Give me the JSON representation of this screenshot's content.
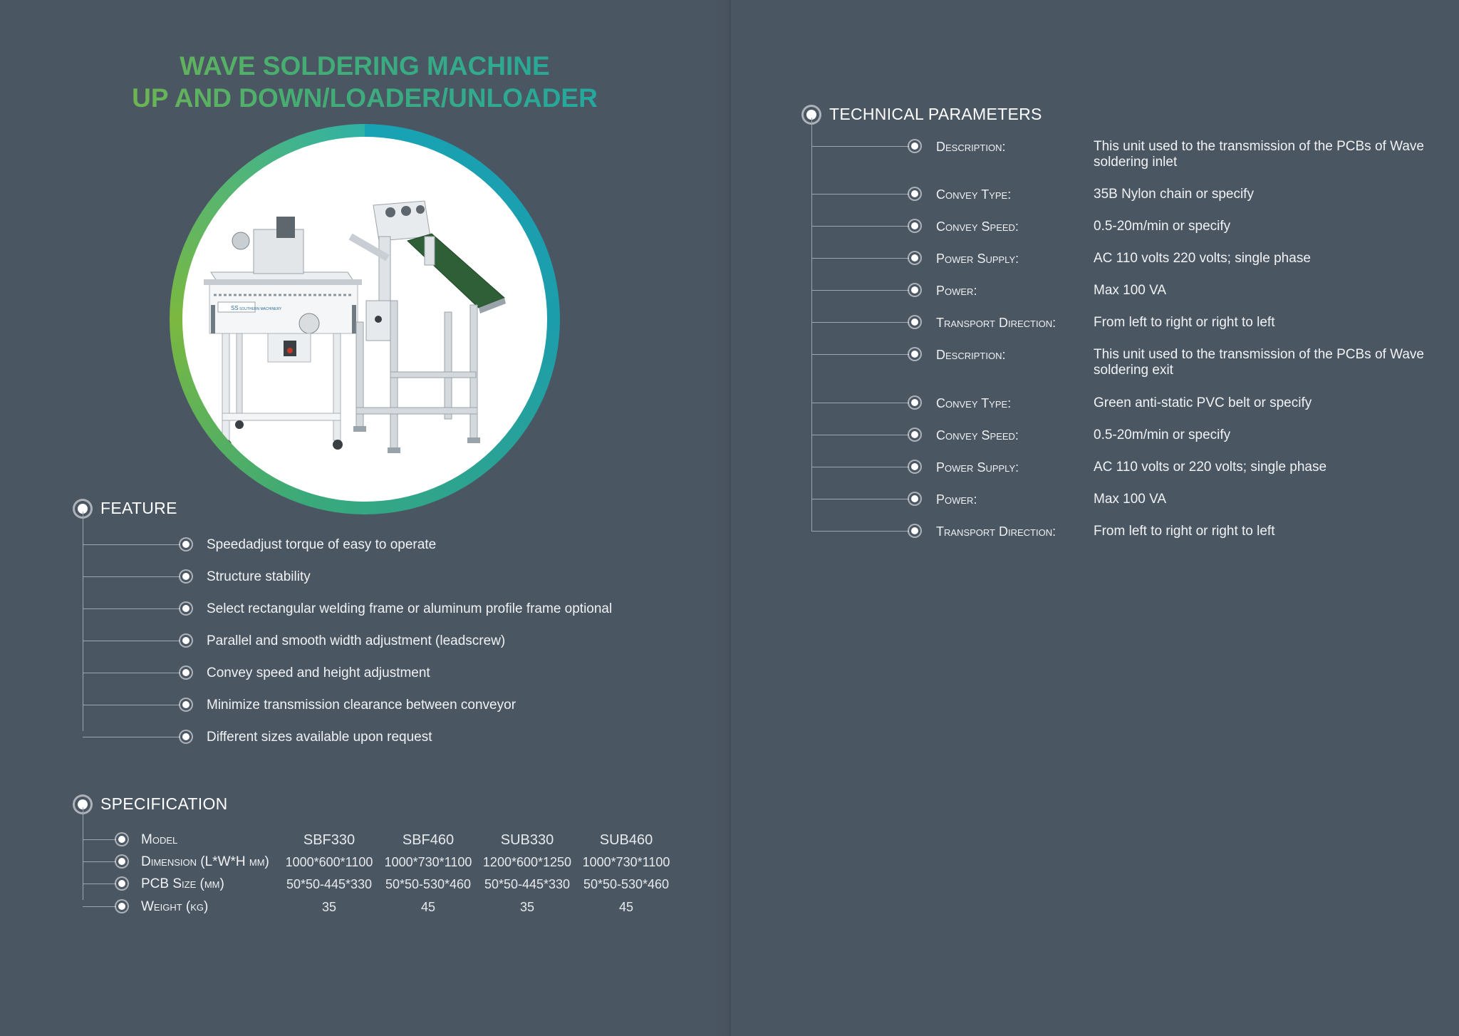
{
  "headline": {
    "line1": "WAVE SOLDERING MACHINE",
    "line2": "UP AND DOWN/LOADER/UNLOADER"
  },
  "colors": {
    "background": "#4b5663",
    "title_gradient_start": "#8ebb3a",
    "title_gradient_end": "#15a5b2",
    "ring_teal": "#18a3b4",
    "ring_green": "#7bb840"
  },
  "product_image": {
    "logo_text": "SOUTHERN MACHINERY",
    "logo_mark": "SS"
  },
  "feature": {
    "title": "FEATURE",
    "items": [
      "Speedadjust torque of easy to operate",
      "Structure stability",
      "Select rectangular welding frame or aluminum profile frame optional",
      "Parallel and smooth width adjustment (leadscrew)",
      "Convey speed and height adjustment",
      "Minimize transmission clearance between conveyor",
      "Different sizes available upon request"
    ]
  },
  "specification": {
    "title": "SPECIFICATION",
    "row_labels": [
      "Model",
      "Dimension (L*W*H mm)",
      "PCB Size (mm)",
      "Weight (kg)"
    ],
    "models": [
      "SBF330",
      "SBF460",
      "SUB330",
      "SUB460"
    ],
    "dimensions": [
      "1000*600*1100",
      "1000*730*1100",
      "1200*600*1250",
      "1000*730*1100"
    ],
    "pcb_sizes": [
      "50*50-445*330",
      "50*50-530*460",
      "50*50-445*330",
      "50*50-530*460"
    ],
    "weights": [
      "35",
      "45",
      "35",
      "45"
    ]
  },
  "technical": {
    "title": "TECHNICAL PARAMETERS",
    "rows": [
      {
        "label": "Description:",
        "value": "This unit used to the transmission of the PCBs of Wave soldering inlet"
      },
      {
        "label": "Convey Type:",
        "value": "35B Nylon chain or specify"
      },
      {
        "label": "Convey Speed:",
        "value": "0.5-20m/min or specify"
      },
      {
        "label": "Power Supply:",
        "value": "AC 110 volts 220 volts; single phase"
      },
      {
        "label": "Power:",
        "value": "Max 100 VA"
      },
      {
        "label": "Transport Direction:",
        "value": "From left to right or right to left"
      },
      {
        "label": "Description:",
        "value": "This unit used to the transmission of the PCBs of Wave soldering exit"
      },
      {
        "label": "Convey Type:",
        "value": "Green anti-static PVC belt or specify"
      },
      {
        "label": "Convey Speed:",
        "value": "0.5-20m/min or specify"
      },
      {
        "label": "Power Supply:",
        "value": "AC 110 volts or 220 volts; single phase"
      },
      {
        "label": "Power:",
        "value": "Max 100 VA"
      },
      {
        "label": "Transport Direction:",
        "value": "From left to right or right to left"
      }
    ]
  }
}
